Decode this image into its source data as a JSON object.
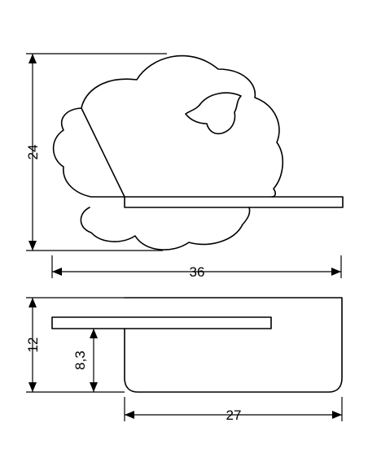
{
  "figure": {
    "type": "technical-dimension-drawing",
    "views": {
      "front": {
        "shape": "cloud-with-shelf",
        "dimensions": {
          "height": "24",
          "width": "36"
        }
      },
      "side": {
        "shape": "shelf-box-profile",
        "dimensions": {
          "height": "12",
          "shelf_height": "8,3",
          "depth": "27"
        }
      }
    },
    "colors": {
      "line": "#000000",
      "background": "#ffffff"
    }
  }
}
